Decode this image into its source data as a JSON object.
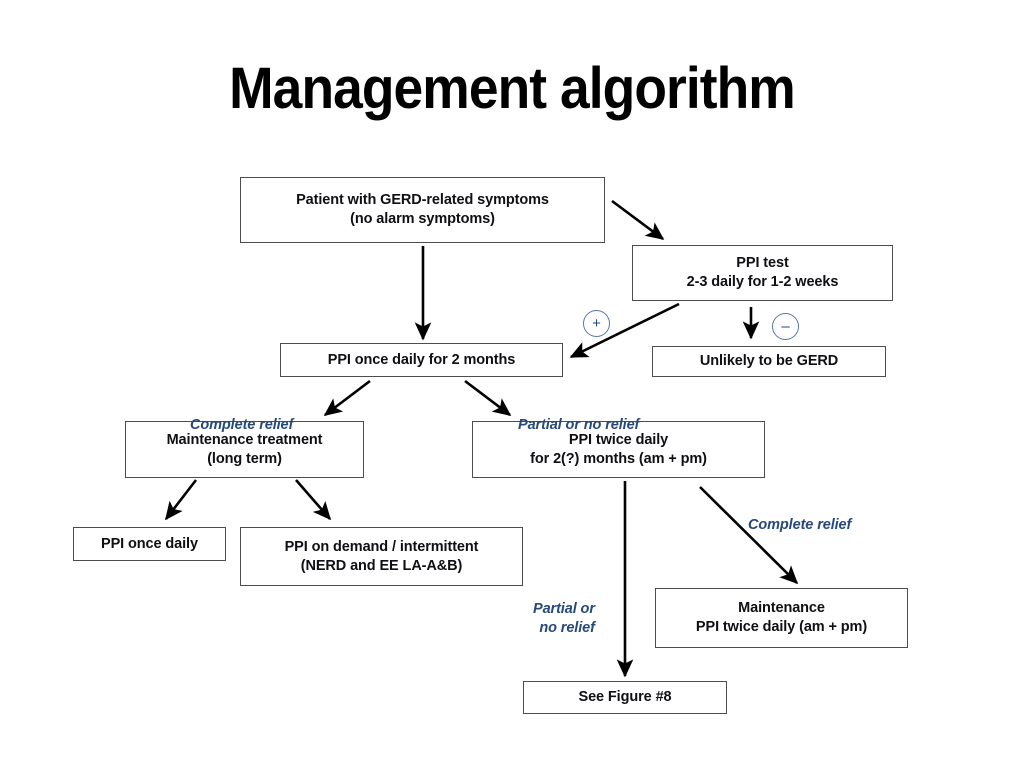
{
  "slide": {
    "title": "Management algorithm",
    "background_color": "#ffffff",
    "node_border_color": "#4d4d4d",
    "node_text_color": "#0f0f14",
    "label_color": "#27497a"
  },
  "nodes": [
    {
      "id": "start",
      "text": "Patient with GERD-related symptoms\n(no alarm symptoms)"
    },
    {
      "id": "ppi-test",
      "text": "PPI test\n2-3 daily for 1-2 weeks"
    },
    {
      "id": "ppi-once-2mo",
      "text": "PPI once daily for 2 months"
    },
    {
      "id": "unlikely",
      "text": "Unlikely to be GERD"
    },
    {
      "id": "maintenance-long",
      "text": "Maintenance treatment\n(long term)"
    },
    {
      "id": "ppi-twice",
      "text": "PPI twice daily\nfor 2(?) months (am + pm)"
    },
    {
      "id": "ppi-once",
      "text": "PPI once daily"
    },
    {
      "id": "ppi-on-demand",
      "text": "PPI on demand / intermittent\n(NERD and EE LA-A&B)"
    },
    {
      "id": "maintenance-bid",
      "text": "Maintenance\nPPI twice daily (am + pm)"
    },
    {
      "id": "see-figure",
      "text": "See  Figure #8"
    }
  ],
  "badges": [
    {
      "id": "positive",
      "symbol": "+"
    },
    {
      "id": "negative",
      "symbol": "–"
    }
  ],
  "edge_labels": [
    {
      "id": "complete-relief-1",
      "text": "Complete relief"
    },
    {
      "id": "partial-or-no-relief-1",
      "text": "Partial or no relief"
    },
    {
      "id": "complete-relief-2",
      "text": "Complete relief"
    },
    {
      "id": "partial-or-no-relief-2",
      "text": "Partial or\nno relief"
    }
  ]
}
